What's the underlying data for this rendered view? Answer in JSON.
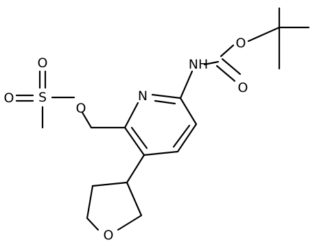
{
  "molecule": {
    "atoms": {
      "O_ester_carbonyl": "O",
      "O_ester_single": "O",
      "N_carbamate": "H",
      "N_carbamate_label": "NH",
      "N_pyridine": "N",
      "S_mesyl": "S",
      "O_mesyl_top": "O",
      "O_mesyl_left": "O",
      "O_mesyl_link": "O",
      "O_thf": "O"
    }
  },
  "colors": {
    "bond": "#000000",
    "label": "#000000",
    "background": "#ffffff"
  }
}
